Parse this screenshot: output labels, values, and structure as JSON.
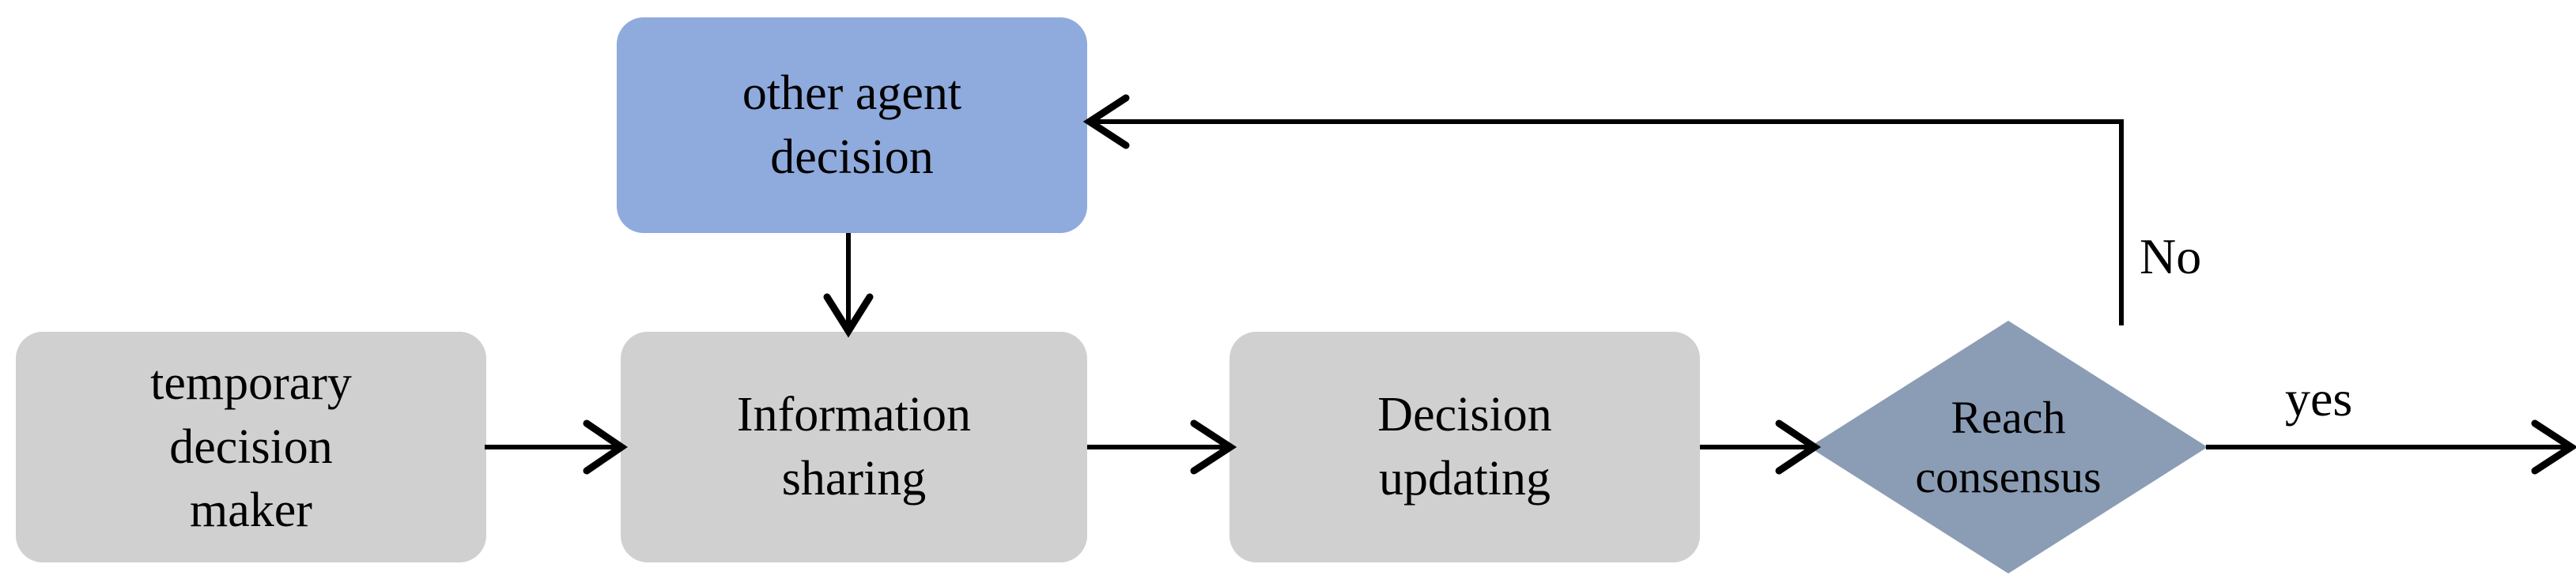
{
  "diagram": {
    "title": "multi-agent consensus decision flowchart",
    "type": "flowchart",
    "background_color": "#ffffff",
    "line_color": "#000000",
    "text_color": "#000000"
  },
  "nodes": {
    "other_agent_decision": {
      "id": "other-agent-decision",
      "shape": "rounded-rectangle",
      "fill_color": "#8FAADC",
      "lines": [
        "other agent",
        "decision"
      ],
      "line1": "other agent",
      "line2": "decision"
    },
    "temporary_decision_maker": {
      "id": "temporary-decision-maker",
      "shape": "rounded-rectangle",
      "fill_color": "#D0D0D0",
      "lines": [
        "temporary",
        "decision",
        "maker"
      ],
      "line1": "temporary",
      "line2": "decision",
      "line3": "maker"
    },
    "information_sharing": {
      "id": "information-sharing",
      "shape": "rounded-rectangle",
      "fill_color": "#D0D0D0",
      "lines": [
        "Information",
        "sharing"
      ],
      "line1": "Information",
      "line2": "sharing"
    },
    "decision_updating": {
      "id": "decision-updating",
      "shape": "rounded-rectangle",
      "fill_color": "#D0D0D0",
      "lines": [
        "Decision",
        "updating"
      ],
      "line1": "Decision",
      "line2": "updating"
    },
    "reach_consensus": {
      "id": "reach-consensus",
      "shape": "diamond",
      "fill_color": "#8B9DB5",
      "lines": [
        "Reach",
        "consensus"
      ],
      "line1": "Reach",
      "line2": "consensus"
    }
  },
  "edge_labels": {
    "no": "No",
    "yes": "yes"
  },
  "edges": [
    {
      "name": "temporary-to-information",
      "from": "temporary_decision_maker",
      "to": "information_sharing",
      "label": ""
    },
    {
      "name": "other-agent-to-information",
      "from": "other_agent_decision",
      "to": "information_sharing",
      "label": ""
    },
    {
      "name": "information-to-decision-updating",
      "from": "information_sharing",
      "to": "decision_updating",
      "label": ""
    },
    {
      "name": "decision-updating-to-reach-consensus",
      "from": "decision_updating",
      "to": "reach_consensus",
      "label": ""
    },
    {
      "name": "reach-consensus-no-feedback",
      "from": "reach_consensus",
      "to": "other_agent_decision",
      "label": "No"
    },
    {
      "name": "reach-consensus-yes-exit",
      "from": "reach_consensus",
      "to": "",
      "label": "yes"
    }
  ]
}
